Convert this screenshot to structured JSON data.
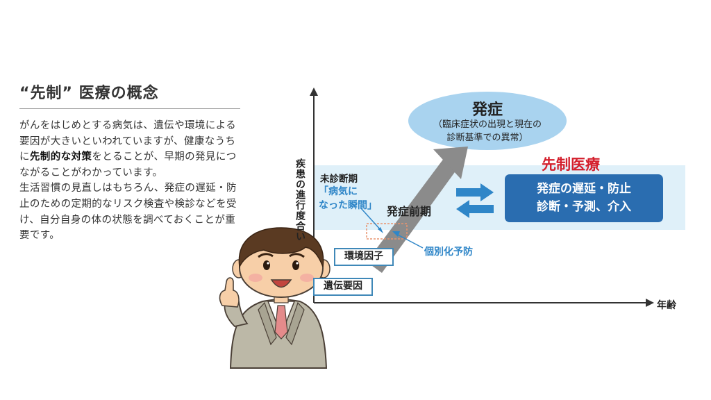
{
  "article": {
    "heading": "“先制” 医療の概念",
    "paragraph1_a": "がんをはじめとする病気は、遺伝や環境による要因が大きいといわれていますが、健康なうちに",
    "paragraph1_bold": "先制的な対策",
    "paragraph1_b": "をとることが、早期の発見につながることがわかっています。",
    "paragraph2": "生活習慣の見直しはもちろん、発症の遅延・防止のための定期的なリスク検査や検診などを受け、自分自身の体の状態を調べておくことが重要です。"
  },
  "diagram": {
    "y_axis_label": "疾患の進行度合い",
    "x_axis_label": "年齢",
    "genetic_factor": "遺伝要因",
    "environment_factor": "環境因子",
    "undiagnosed_period": "未診断期",
    "moment_of_illness": "「病気に\nなった瞬間」",
    "pre_onset_period": "発症前期",
    "personalized_prevention": "個別化予防",
    "onset_title": "発症",
    "onset_desc": "（臨床症状の出現と現在の\n診断基準での異常）",
    "preemptive_label": "先制医療",
    "preemptive_line1": "発症の遅延・防止",
    "preemptive_line2": "診断・予測、介入"
  },
  "colors": {
    "band": "#dff0f9",
    "accent_blue": "#2f86c8",
    "box_blue": "#2a6db0",
    "accent_red": "#d41f2c",
    "onset_ellipse": "#a9d3ef",
    "progress_arrow": "#8b8b8b"
  },
  "icons": [
    "progress-arrow-icon",
    "two-way-arrow-icon",
    "doctor-illustration"
  ]
}
